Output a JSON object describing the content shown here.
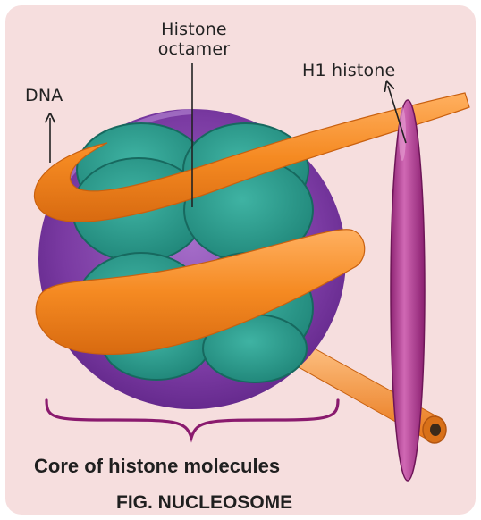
{
  "labels": {
    "dna": "DNA",
    "histone_octamer_line1": "Histone",
    "histone_octamer_line2": "octamer",
    "h1_histone": "H1 histone"
  },
  "captions": {
    "core": "Core of histone molecules",
    "figure": "FIG. NUCLEOSOME"
  },
  "colors": {
    "background": "#f6dede",
    "core_purple": "#7a3aa2",
    "histone_teal": "#2a9a8c",
    "dna_orange": "#f58a22",
    "h1_magenta": "#b03a92"
  }
}
